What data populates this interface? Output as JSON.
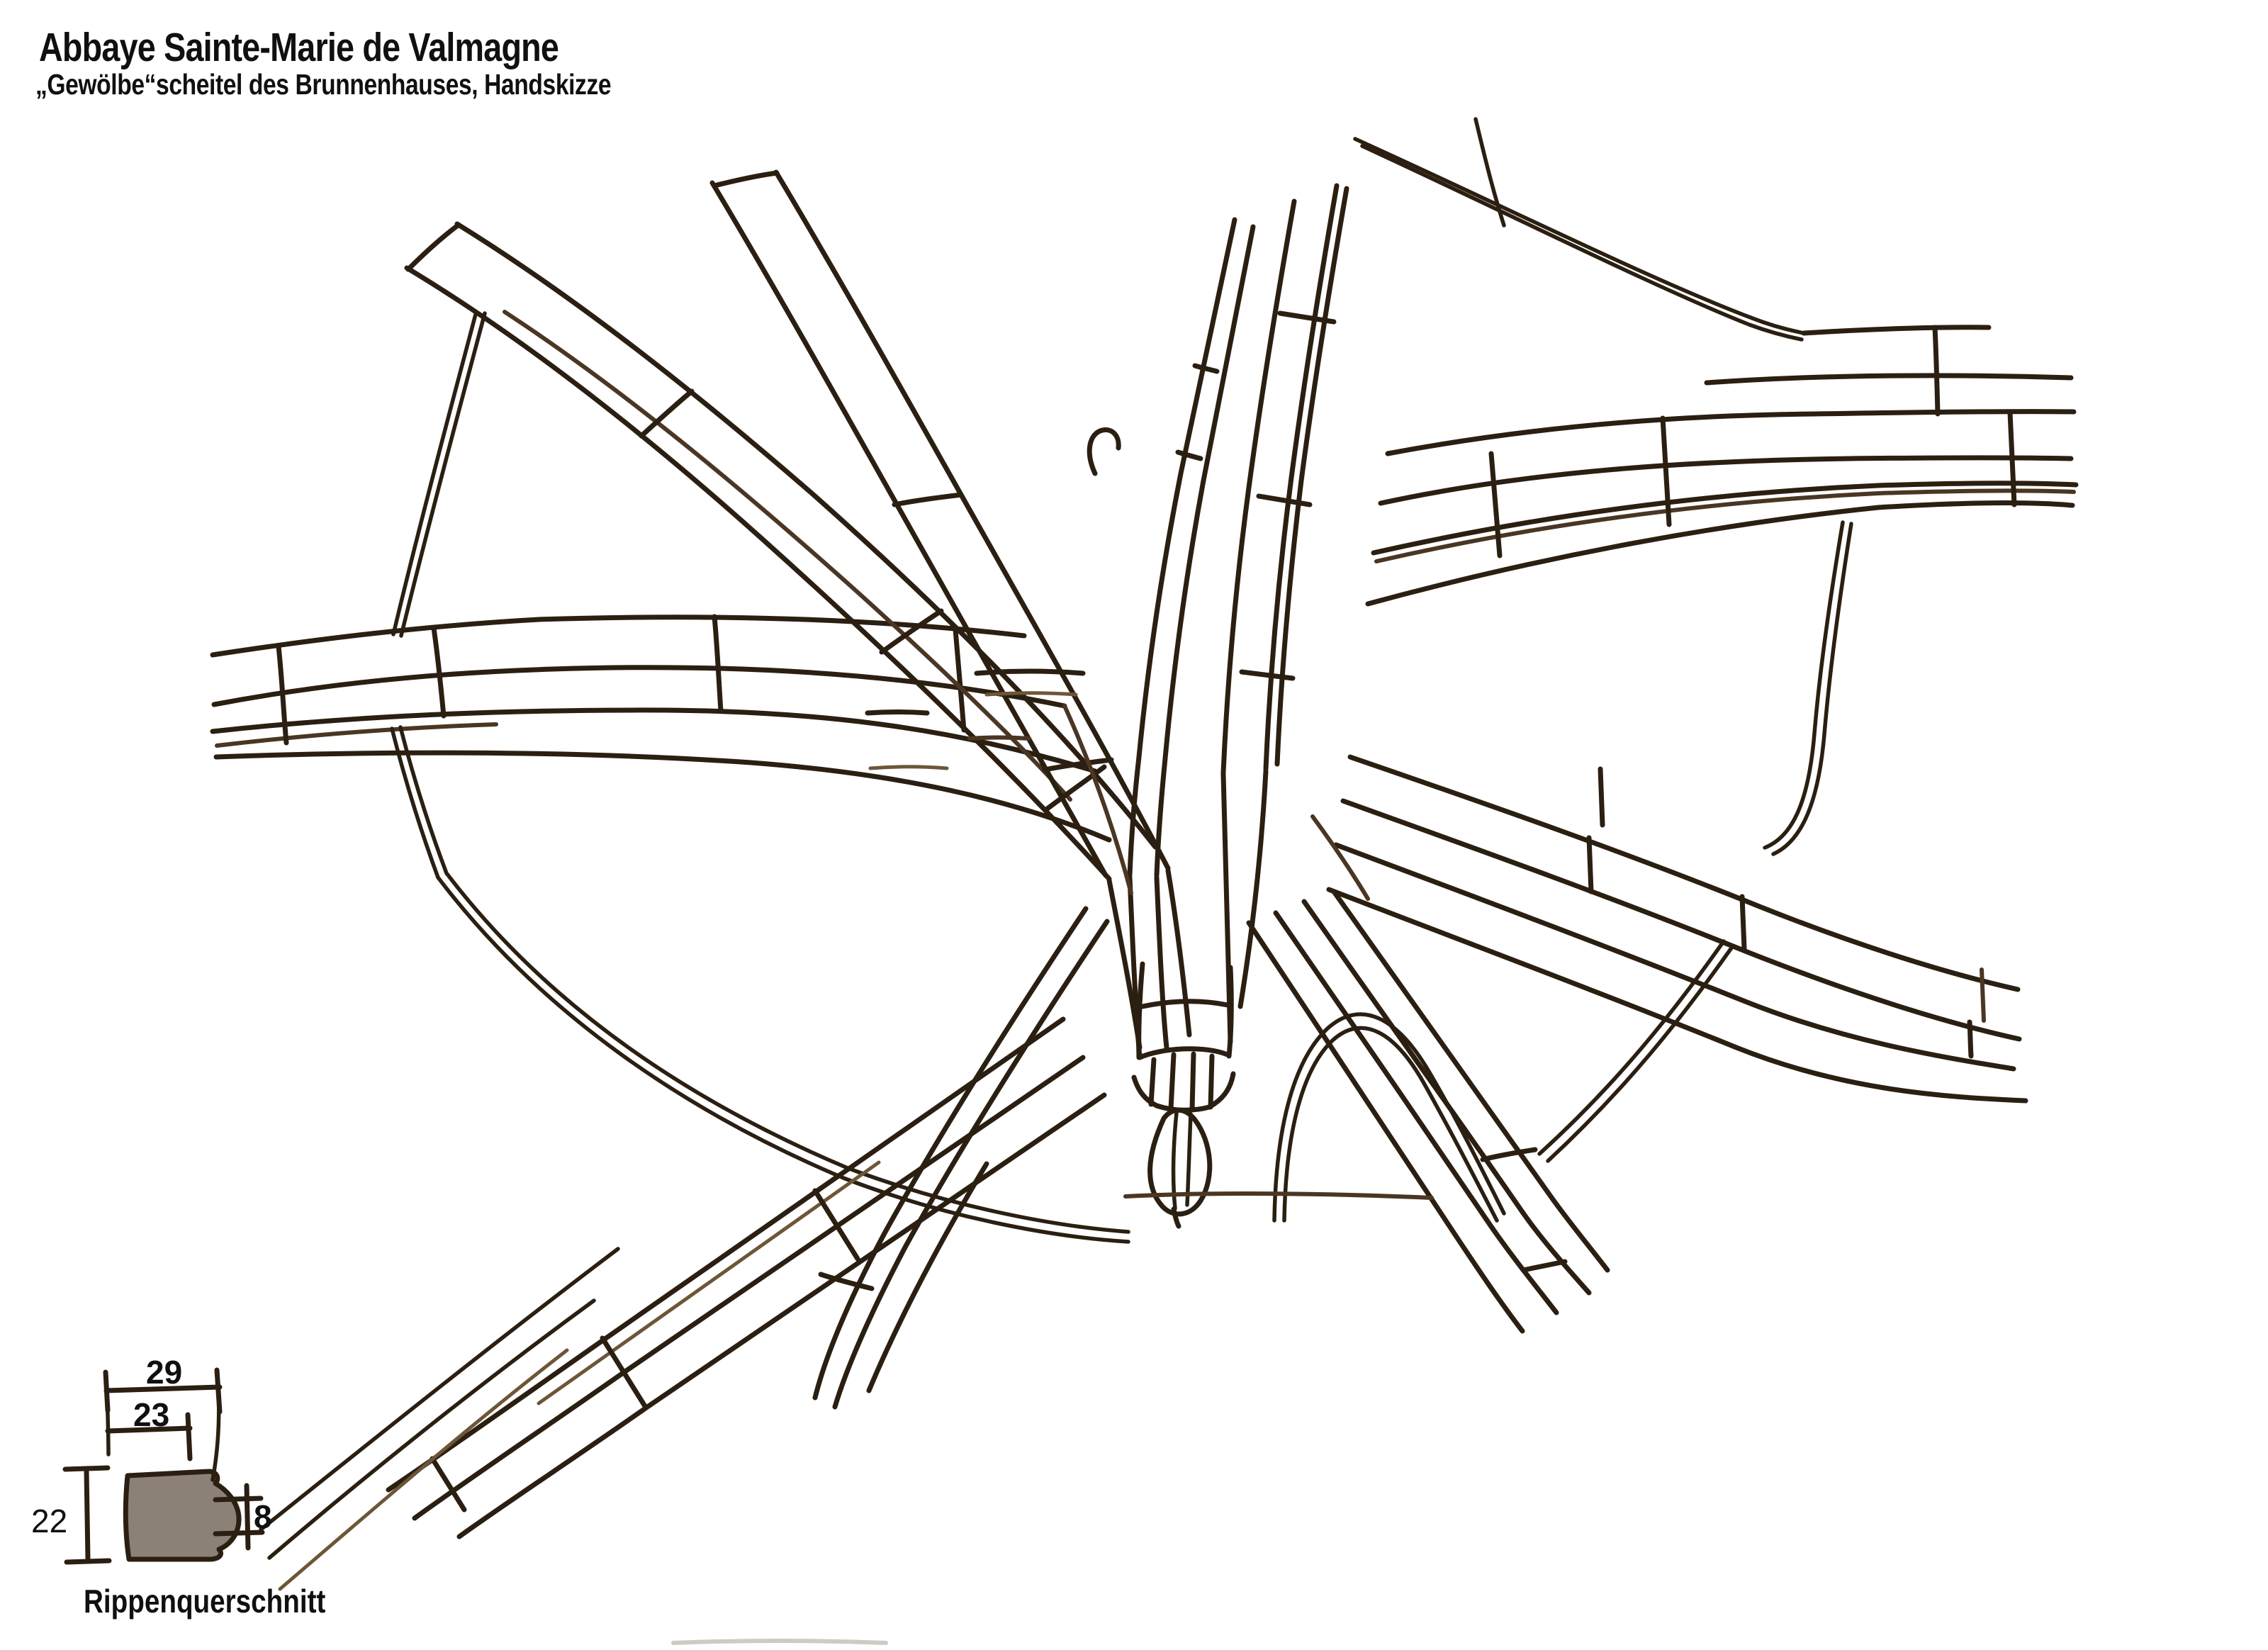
{
  "header": {
    "title": "Abbaye Sainte-Marie de Valmagne",
    "subtitle": "„Gewölbe“scheitel des Brunnenhauses, Handskizze"
  },
  "sketch": {
    "kind": "freehand ink drawing",
    "subject": "vault apex with pendant keystone and radiating ribs of the fountain house",
    "elements": [
      "rib-band-left",
      "rib-band-upper-left-outer",
      "rib-band-upper-left-inner",
      "rib-band-top-left-pair",
      "rib-band-top-right",
      "cell-line-top-right",
      "rib-band-right",
      "rib-band-lower-right",
      "cell-line-right",
      "rib-band-down-right-steep",
      "arch-center-right",
      "cell-arc-left",
      "rib-band-lower-left",
      "cell-lines-lower-left",
      "rib-band-below-center",
      "pendant-keystone",
      "baseline-under-pendant",
      "hatch-marks",
      "pen-curl",
      "cell-line-upper-left"
    ]
  },
  "detail": {
    "label": "Rippenquerschnitt",
    "dimensions": {
      "overall_width": "29",
      "body_width": "23",
      "height": "22",
      "nose_height": "8"
    }
  },
  "colors": {
    "ink": "#2b1f12",
    "ink_medium": "#4a3623",
    "ink_light": "#6d5637",
    "paper": "#ffffff",
    "section_fill": "#8b8177",
    "text_color": "#101010",
    "smudge": "#cfcac2"
  }
}
